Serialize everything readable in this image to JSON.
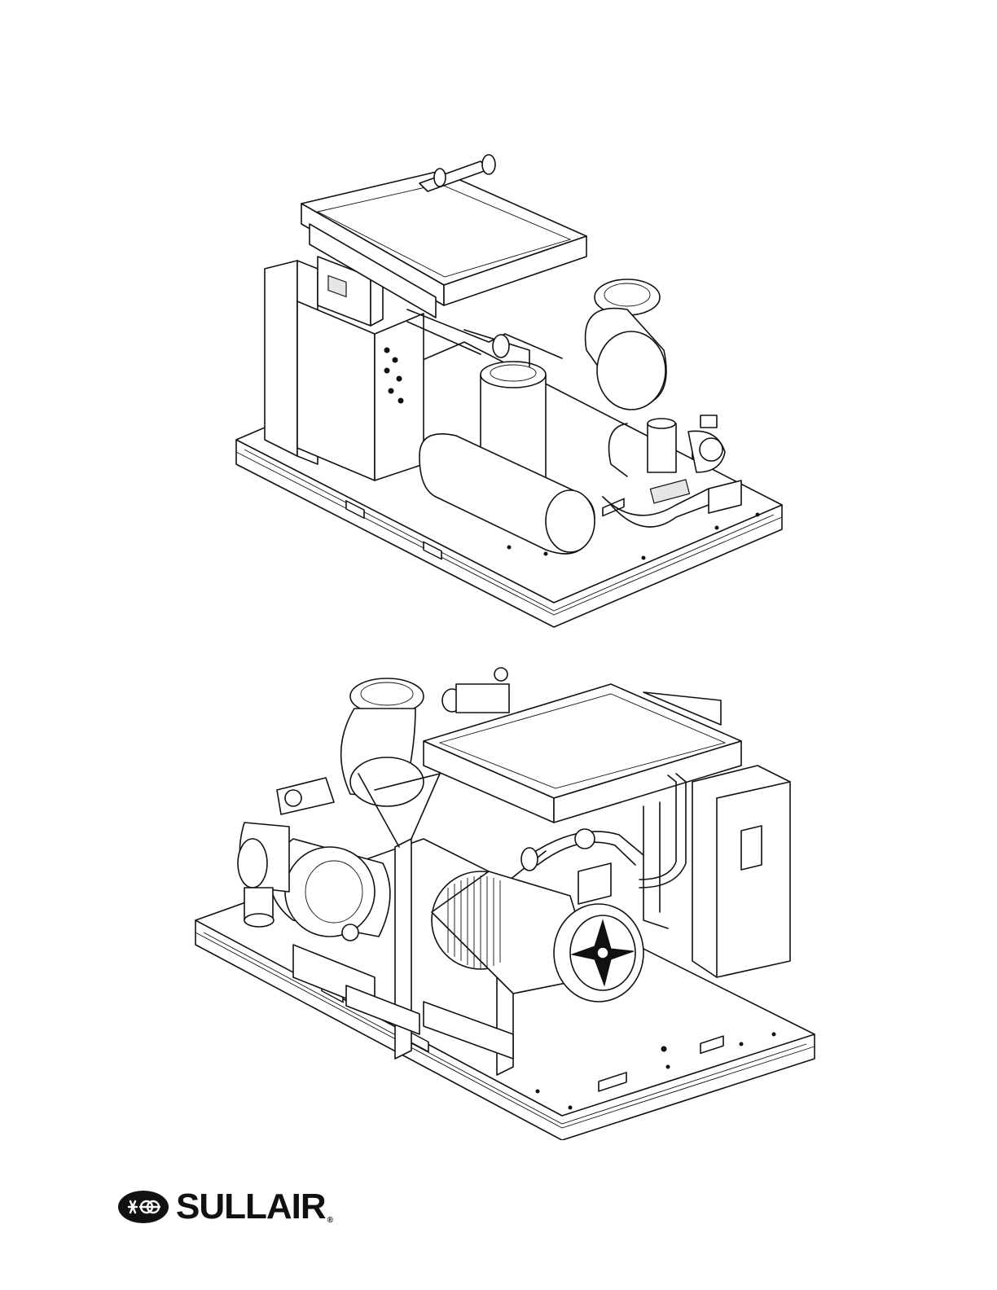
{
  "document": {
    "figures": [
      {
        "id": "top",
        "view": "isometric-front"
      },
      {
        "id": "bottom",
        "view": "isometric-rear"
      }
    ]
  },
  "brand": {
    "name": "SULLAIR",
    "registered_mark": "®",
    "icon": "sullair-emblem-icon"
  }
}
